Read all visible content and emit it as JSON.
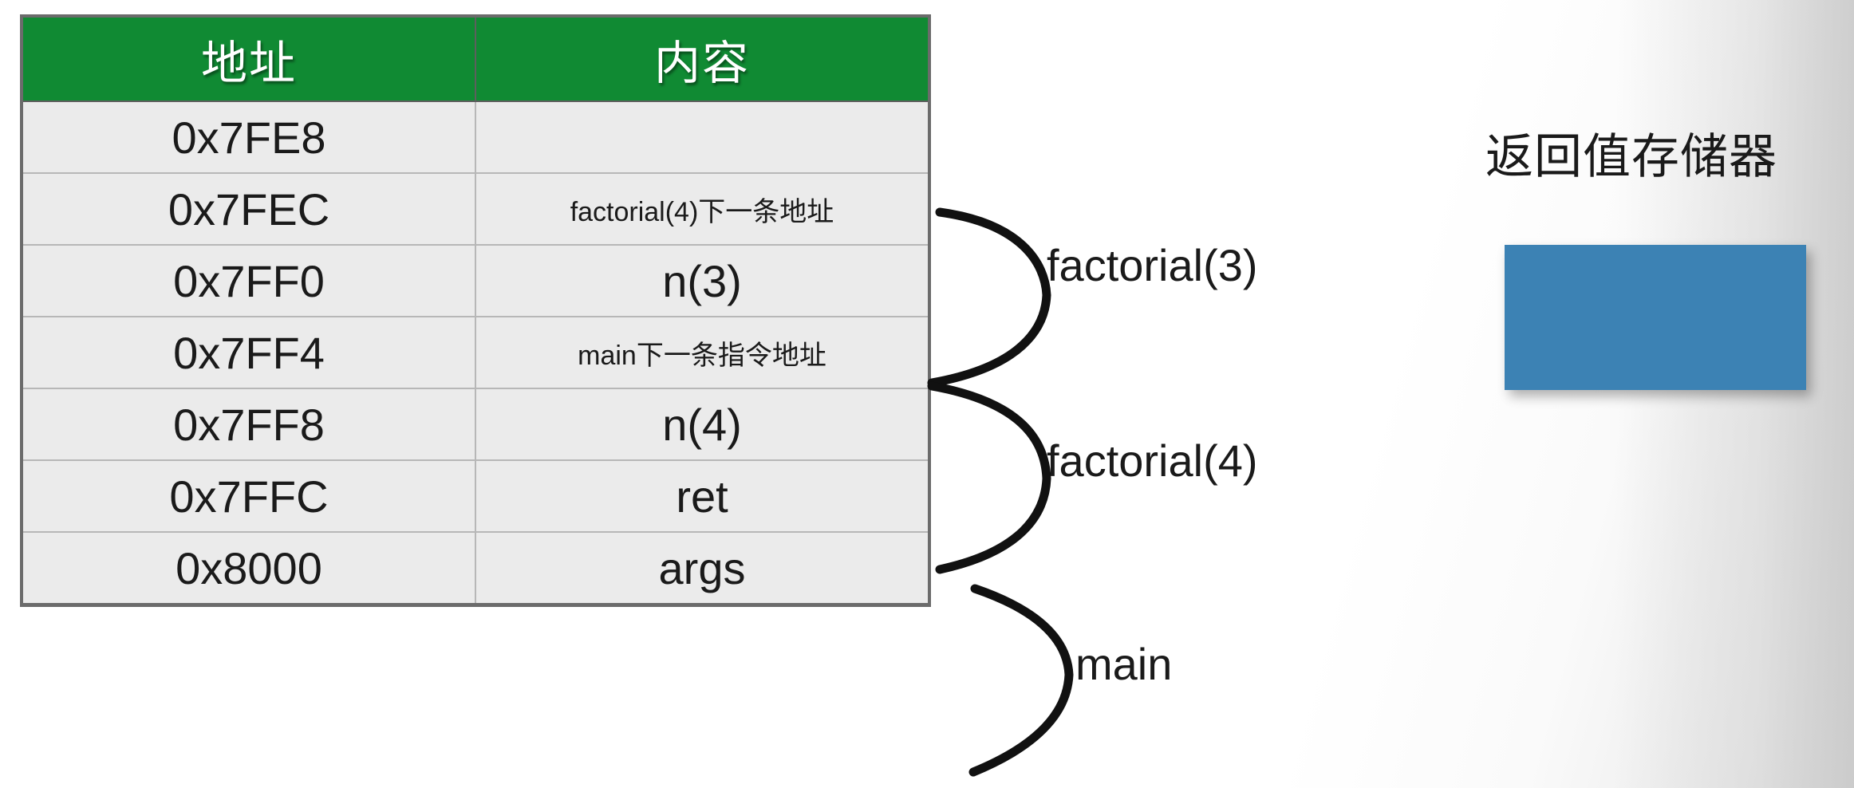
{
  "table": {
    "headers": [
      "地址",
      "内容"
    ],
    "header_bg": "#108a33",
    "header_fg": "#ffffff",
    "cell_bg": "#ebebeb",
    "rows": [
      {
        "address": "0x7FE8",
        "content": "",
        "small": false
      },
      {
        "address": "0x7FEC",
        "content": "factorial(4)下一条地址",
        "small": true
      },
      {
        "address": "0x7FF0",
        "content": "n(3)",
        "small": false
      },
      {
        "address": "0x7FF4",
        "content": "main下一条指令地址",
        "small": true
      },
      {
        "address": "0x7FF8",
        "content": "n(4)",
        "small": false
      },
      {
        "address": "0x7FFC",
        "content": "ret",
        "small": false
      },
      {
        "address": "0x8000",
        "content": "args",
        "small": false
      }
    ]
  },
  "frames": [
    {
      "label": "factorial(3)"
    },
    {
      "label": "factorial(4)"
    },
    {
      "label": "main"
    }
  ],
  "return_register": {
    "title": "返回值存储器",
    "box_color": "#3c82b4"
  }
}
